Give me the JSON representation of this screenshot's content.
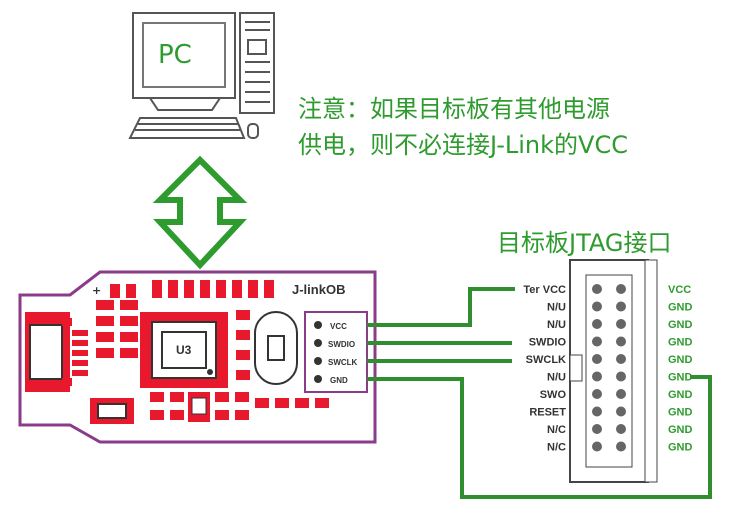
{
  "pc": {
    "label": "PC"
  },
  "note": {
    "line1": "注意：如果目标板有其他电源",
    "line2": "供电，则不必连接J-Link的VCC"
  },
  "board": {
    "name": "J-linkOB",
    "chip": "U3",
    "plus": "+",
    "pins": [
      "VCC",
      "SWDIO",
      "SWCLK",
      "GND"
    ]
  },
  "jtag": {
    "title": "目标板JTAG接口",
    "left_pins": [
      "Ter VCC",
      "N/U",
      "N/U",
      "SWDIO",
      "SWCLK",
      "N/U",
      "SWO",
      "RESET",
      "N/C",
      "N/C"
    ],
    "right_pins": [
      "VCC",
      "GND",
      "GND",
      "GND",
      "GND",
      "GND",
      "GND",
      "GND",
      "GND",
      "GND"
    ]
  },
  "colors": {
    "green": "#2e9b2e",
    "wire": "#2f8f2f",
    "board": "#8a3b8a",
    "pad": "#e8192c"
  }
}
